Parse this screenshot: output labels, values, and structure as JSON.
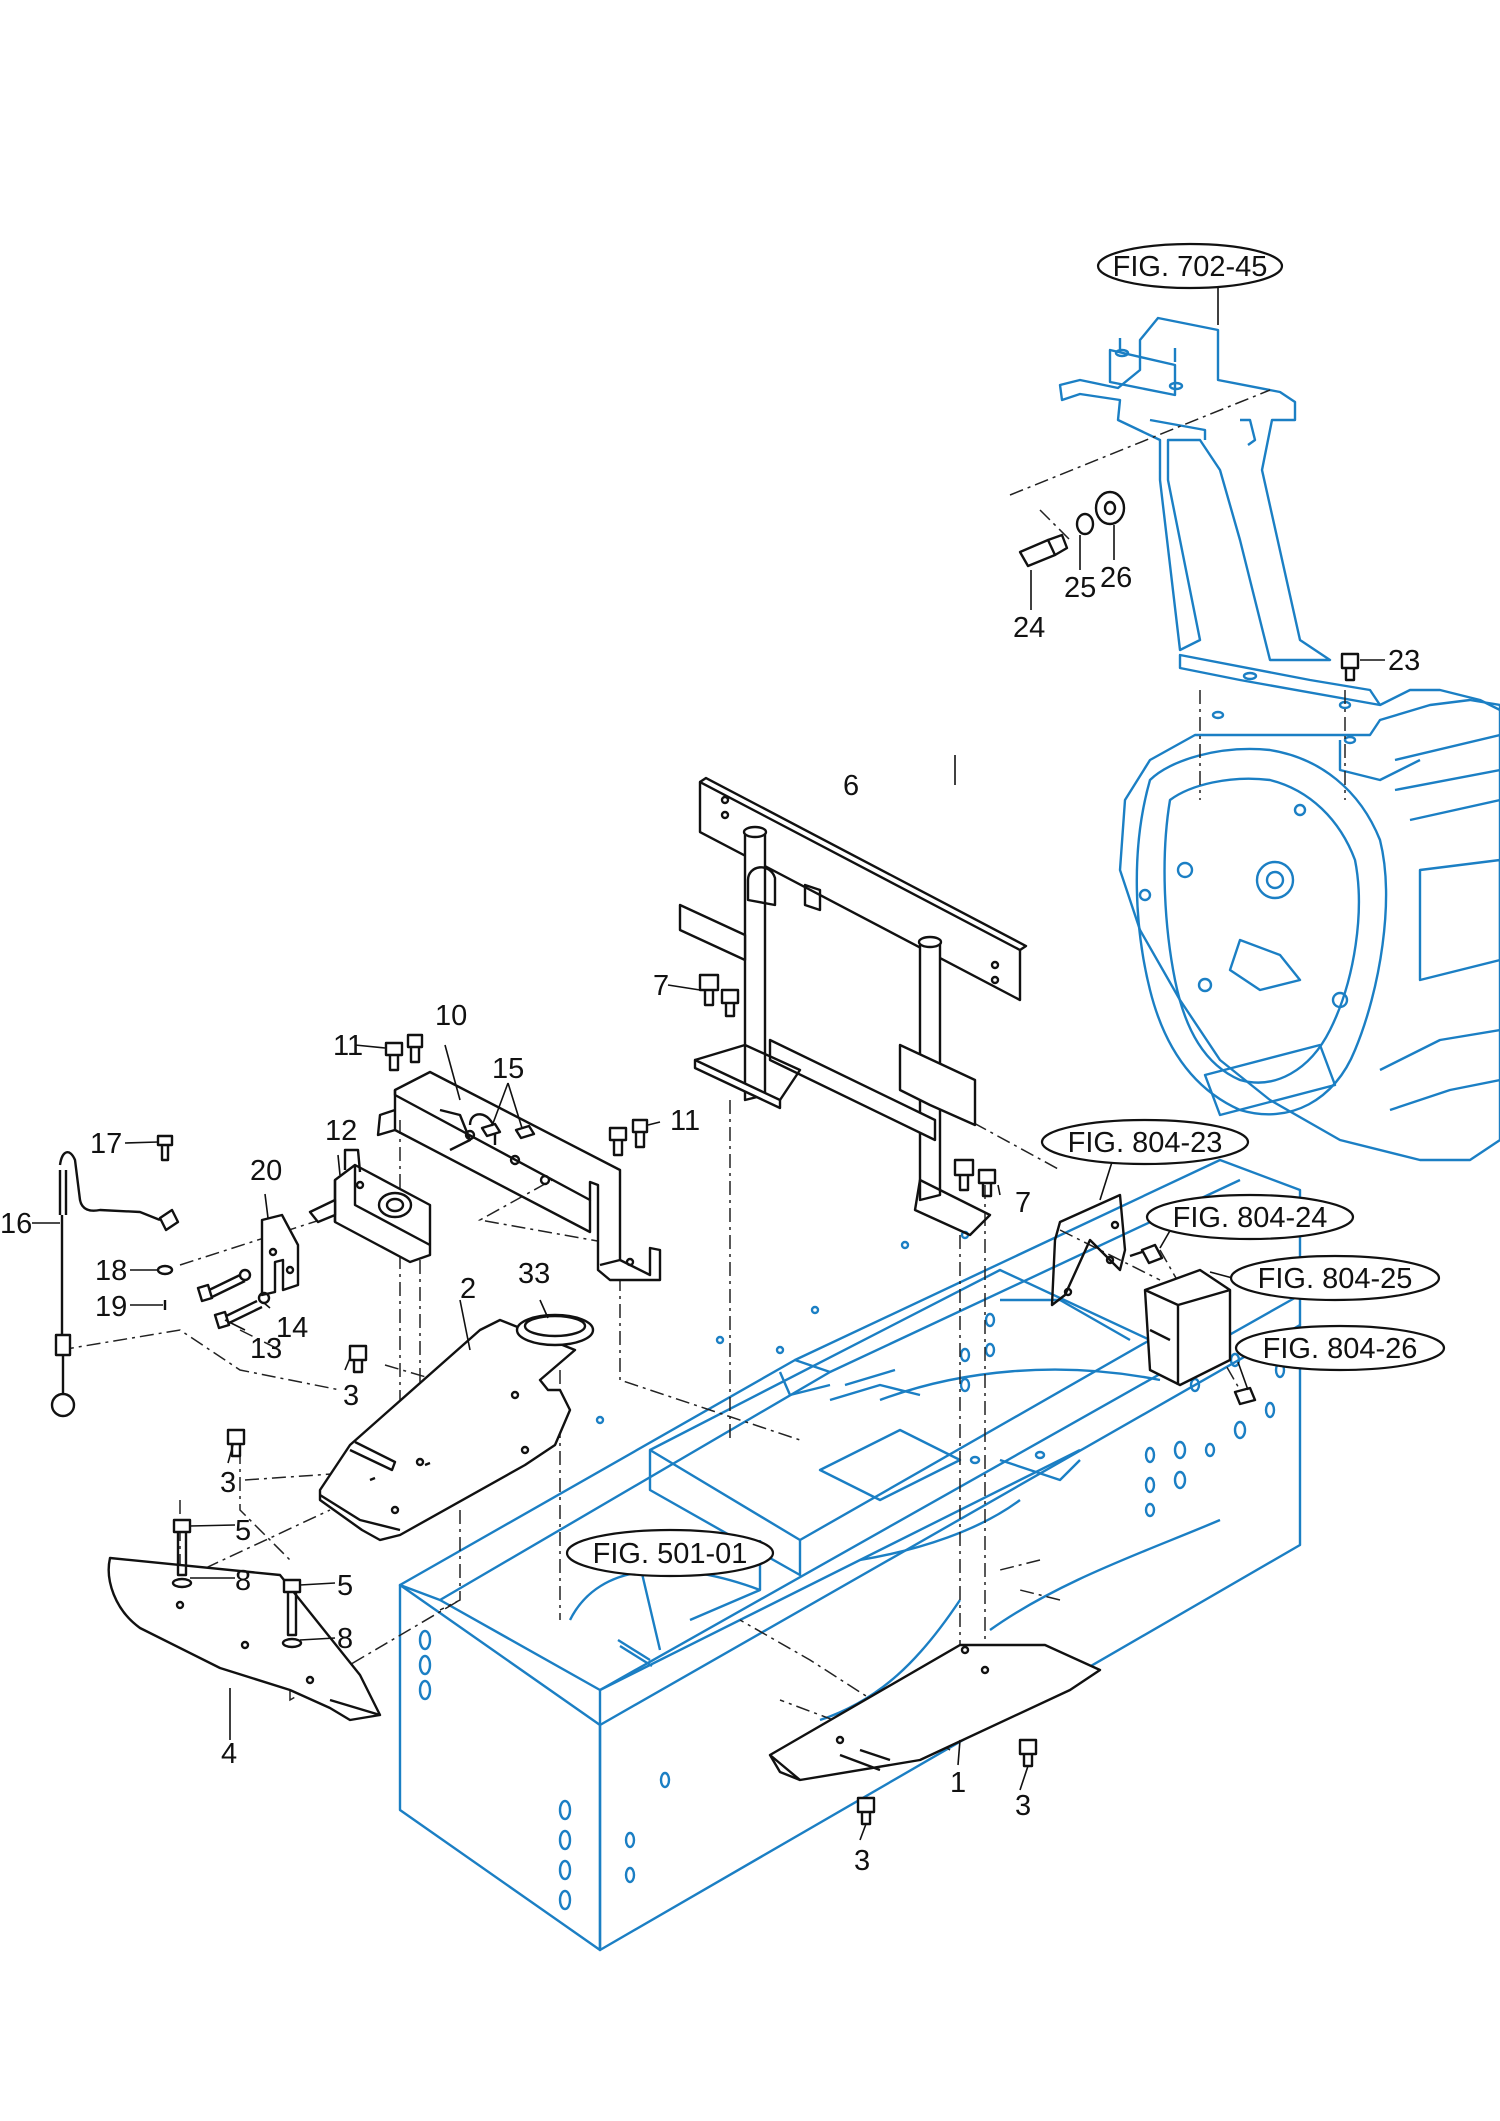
{
  "part_numbers": [
    "1",
    "2",
    "3",
    "3",
    "3",
    "3",
    "4",
    "5",
    "5",
    "6",
    "7",
    "7",
    "8",
    "8",
    "10",
    "11",
    "11",
    "12",
    "13",
    "14",
    "15",
    "16",
    "17",
    "18",
    "19",
    "20",
    "23",
    "24",
    "25",
    "26",
    "33"
  ],
  "figure_refs": [
    "FIG. 702-45",
    "FIG. 804-23",
    "FIG. 804-24",
    "FIG. 804-25",
    "FIG. 804-26",
    "FIG. 501-01"
  ],
  "colors": {
    "context_parts": "#1b7fc4",
    "exploded_parts": "#111111"
  }
}
